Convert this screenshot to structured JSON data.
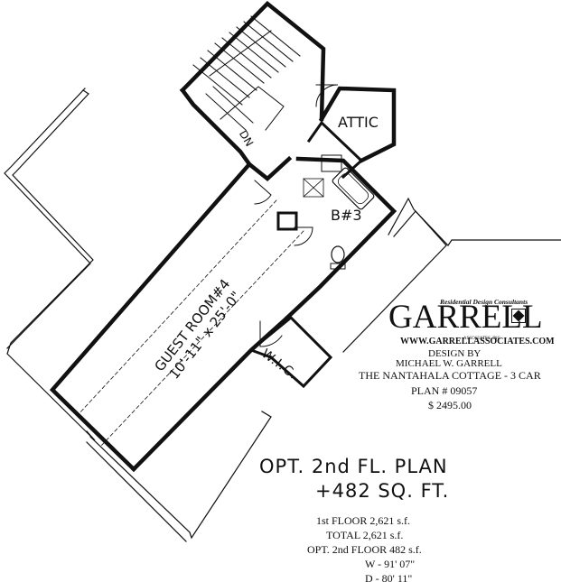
{
  "logo": {
    "tagline": "Residential Design Consultants",
    "wordmark": "GARRELL",
    "subline": "ASSOCIATES, INC."
  },
  "plan_info": {
    "website": "WWW.GARRELLASSOCIATES.COM",
    "design_by": "DESIGN BY",
    "designer": "MICHAEL W. GARRELL",
    "plan_title": "THE NANTAHALA COTTAGE - 3 CAR",
    "plan_number": "PLAN # 09057",
    "price": "$ 2495.00"
  },
  "drawing": {
    "title": "OPT. 2nd FL. PLAN",
    "area": "+482 SQ. FT."
  },
  "rooms": {
    "guest_room_name": "GUEST ROOM#4",
    "guest_room_size": "10'-11\" x 25'-0\"",
    "attic": "ATTIC",
    "bath": "B#3",
    "closet": "W.I.C.",
    "stair": "DN"
  },
  "stats": [
    "1st FLOOR 2,621 s.f.",
    "TOTAL 2,621 s.f.",
    "OPT. 2nd FLOOR 482 s.f.",
    "W - 91' 07\"",
    "D - 80' 11\""
  ],
  "colors": {
    "ink": "#111111",
    "background": "#ffffff"
  }
}
